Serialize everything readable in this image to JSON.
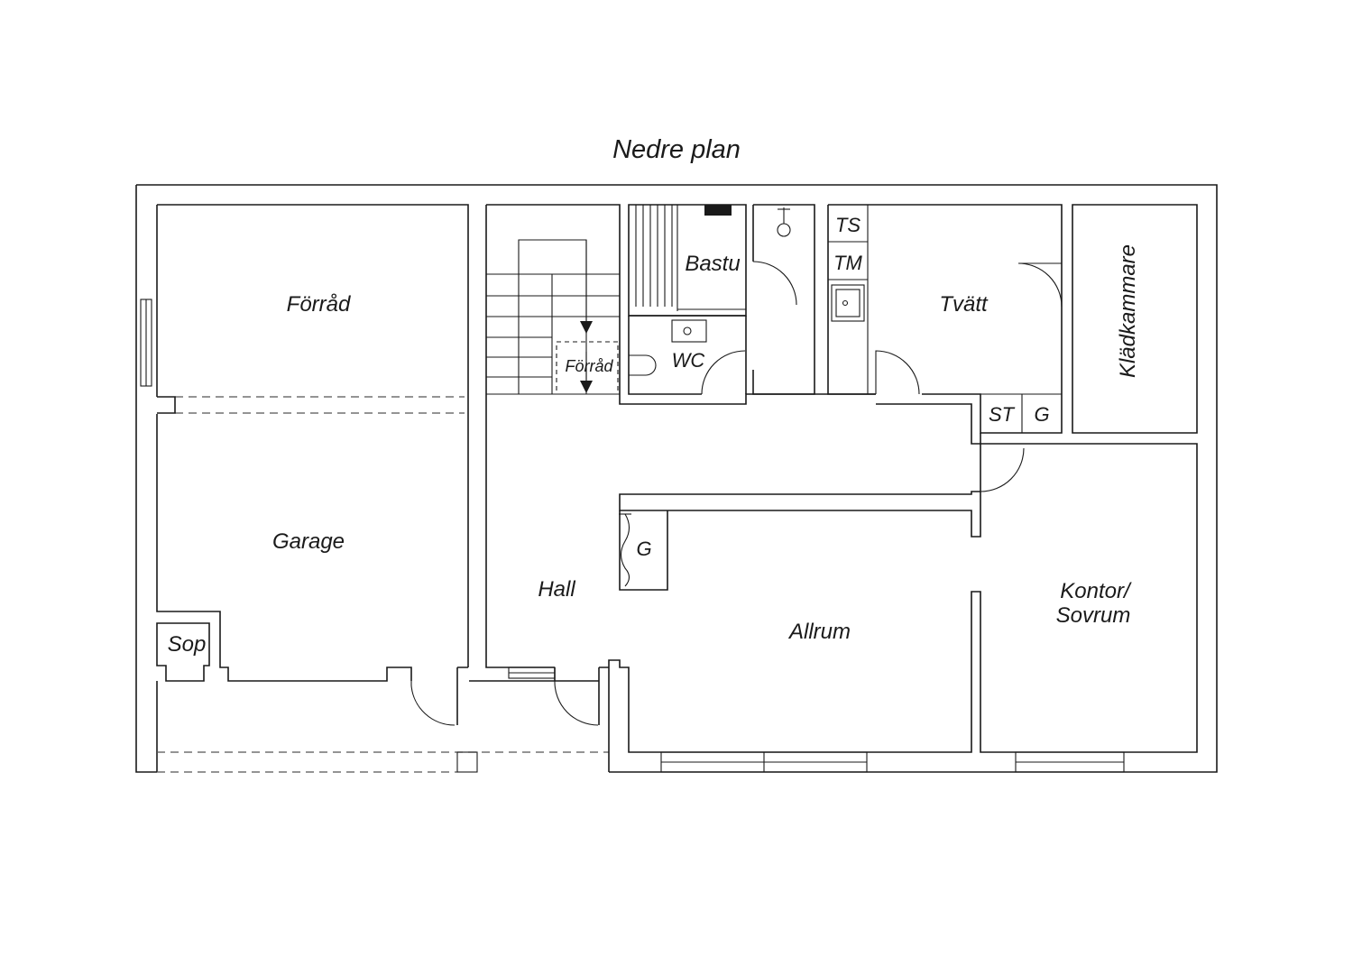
{
  "title": "Nedre plan",
  "rooms": {
    "forrad_large": "Förråd",
    "garage": "Garage",
    "sop": "Sop",
    "bastu": "Bastu",
    "wc": "WC",
    "forrad_small": "Förråd",
    "ts": "TS",
    "tm": "TM",
    "tvatt": "Tvätt",
    "st": "ST",
    "g_tvatt": "G",
    "kladkammare": "Klädkammare",
    "hall": "Hall",
    "g_hall": "G",
    "allrum": "Allrum",
    "kontor_line1": "Kontor/",
    "kontor_line2": "Sovrum"
  }
}
